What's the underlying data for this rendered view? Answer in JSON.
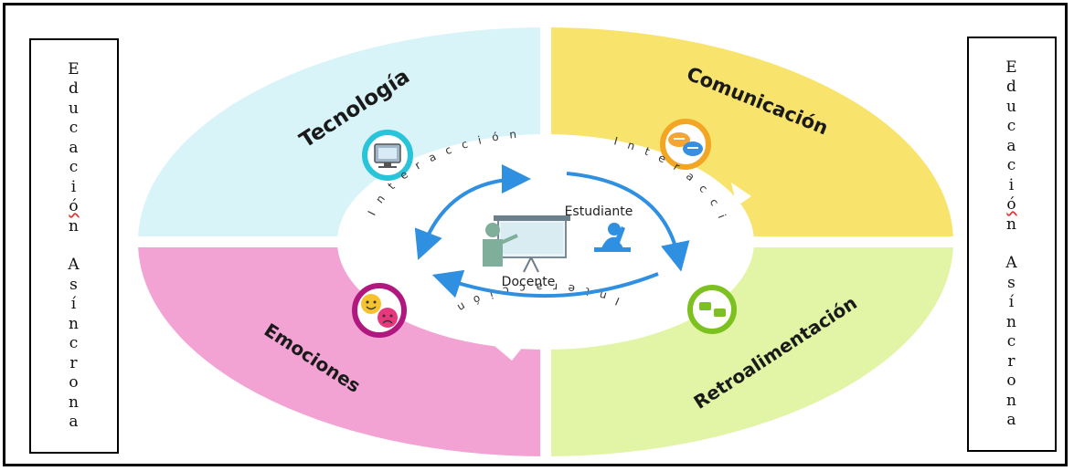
{
  "side_label": {
    "letters_word1": [
      "E",
      "d",
      "u",
      "c",
      "a",
      "c",
      "i",
      "ó",
      "n"
    ],
    "letters_word2": [
      "A",
      "s",
      "í",
      "n",
      "c",
      "r",
      "o",
      "n",
      "a"
    ]
  },
  "quadrants": {
    "top_left": {
      "label": "Tecnología",
      "color": "#d9f4f8",
      "icon": "computer-icon"
    },
    "top_right": {
      "label": "Comunicación",
      "color": "#f8e36d",
      "icon": "chat-bubbles-icon"
    },
    "bottom_left": {
      "label": "Emociones",
      "color": "#f2a3d4",
      "icon": "emoji-faces-icon"
    },
    "bottom_right": {
      "label": "Retroalimentación",
      "color": "#e2f5a6",
      "icon": "thumbs-icon"
    }
  },
  "center": {
    "interaction_label": "I n t e r a c c i ó n",
    "student_label": "Estudiante",
    "teacher_label": "Docente",
    "arrow_color": "#2f8fe0"
  }
}
